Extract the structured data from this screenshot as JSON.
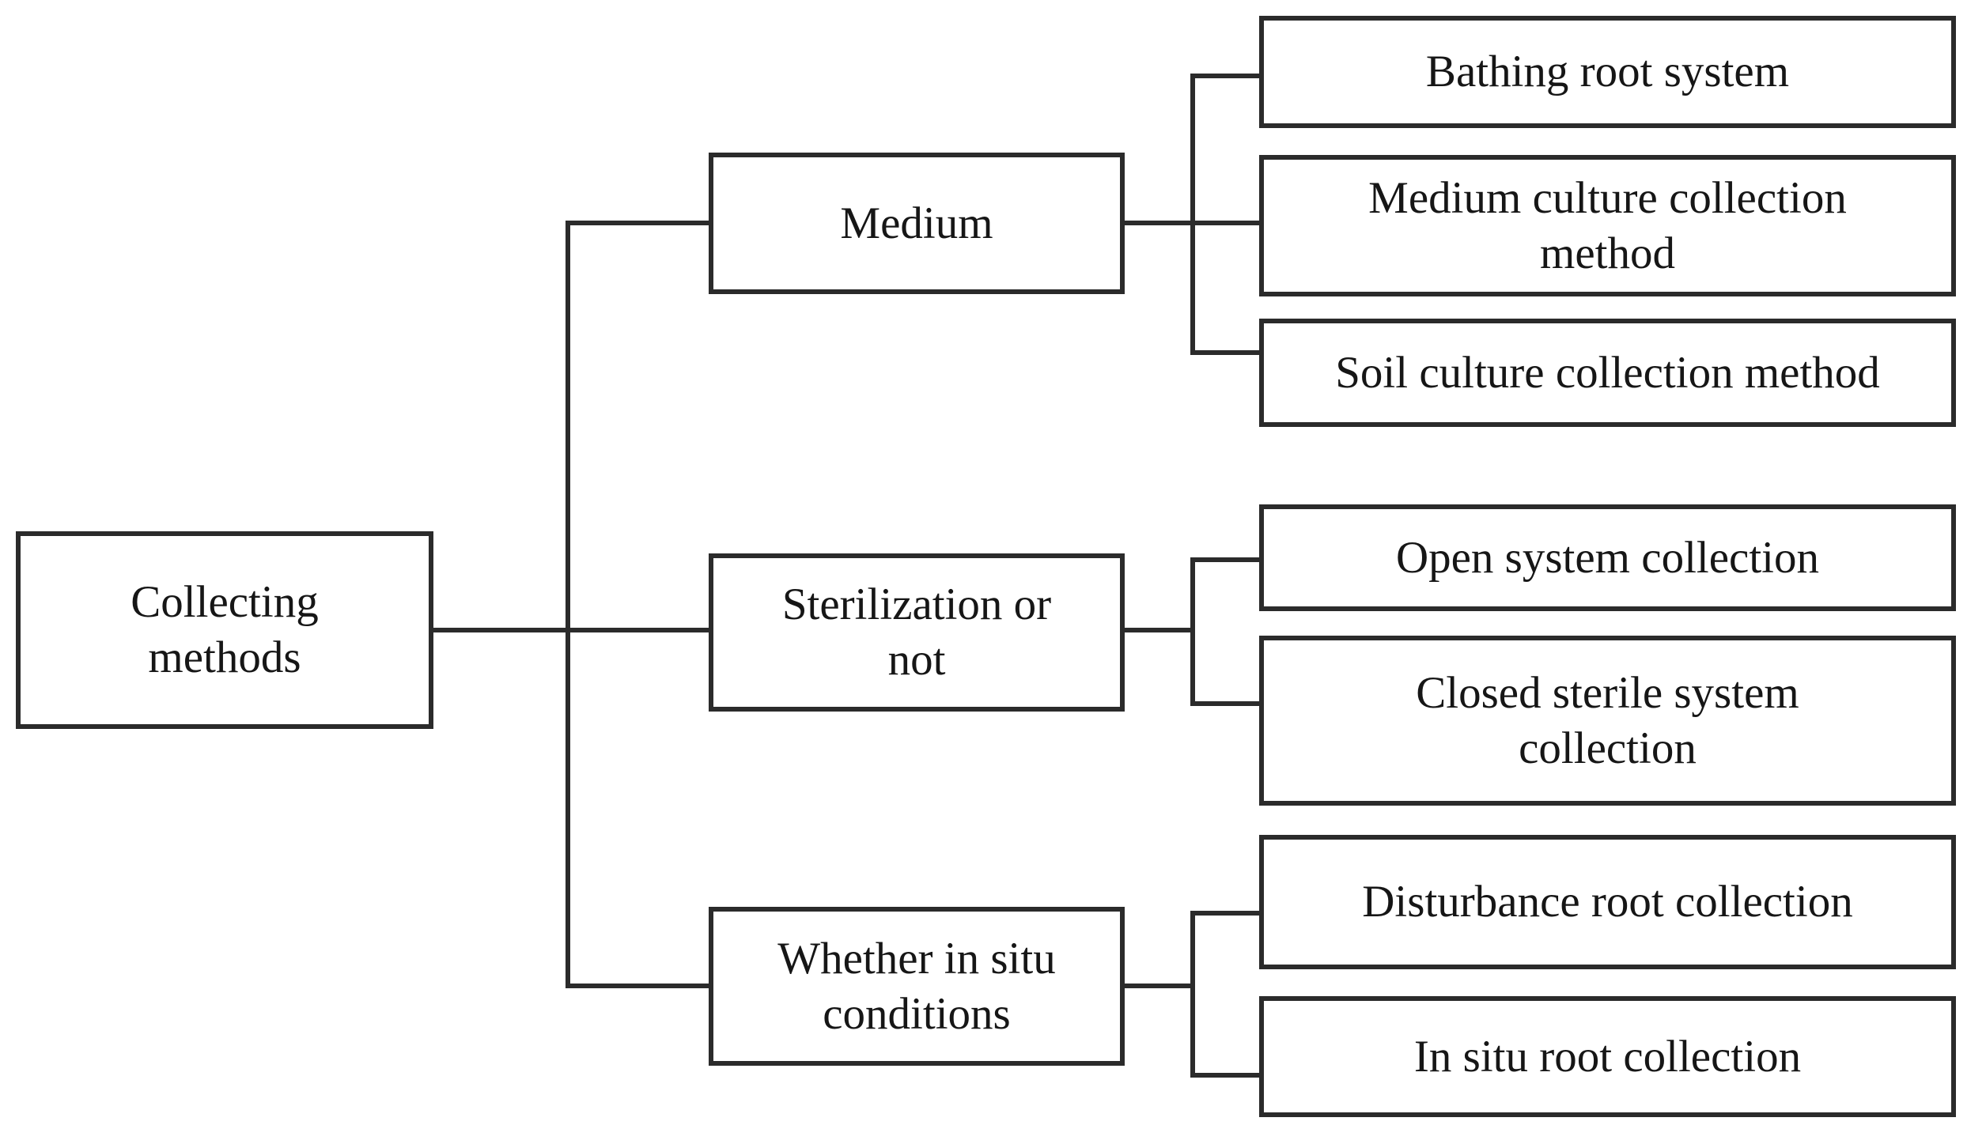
{
  "diagram": {
    "root": {
      "label": "Collecting\nmethods"
    },
    "branches": [
      {
        "category": "Medium",
        "children": [
          "Bathing root system",
          "Medium culture collection\nmethod",
          "Soil culture collection method"
        ]
      },
      {
        "category": "Sterilization or\nnot",
        "children": [
          "Open system collection",
          "Closed sterile system\ncollection"
        ]
      },
      {
        "category": "Whether in situ\nconditions",
        "children": [
          "Disturbance root collection",
          "In situ root collection"
        ]
      }
    ],
    "colors": {
      "line": "#2b2b2b",
      "box_border": "#2b2b2b",
      "text": "#161616",
      "background": "#ffffff"
    }
  }
}
